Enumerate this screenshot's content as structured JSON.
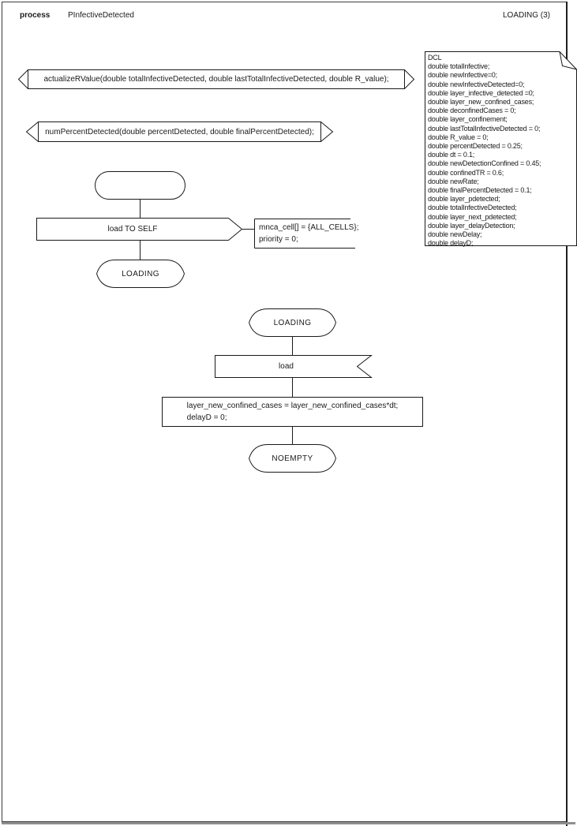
{
  "colors": {
    "line": "#1a1a1a",
    "shadow": "#8f8f8f",
    "background": "#ffffff"
  },
  "header": {
    "kind": "process",
    "name": "PInfectiveDetected",
    "page_indicator": "LOADING (3)"
  },
  "declarations": {
    "procedure_1": "actualizeRValue(double totalInfectiveDetected, double lastTotalInfectiveDetected, double R_value);",
    "procedure_2": "numPercentDetected(double percentDetected, double finalPercentDetected);",
    "dcl_note_lines": [
      "DCL",
      "double totalInfective;",
      "double newInfective=0;",
      "double newInfectiveDetected=0;",
      "double layer_infective_detected =0;",
      "double layer_new_confined_cases;",
      "double deconfinedCases = 0;",
      "double layer_confinement;",
      "double lastTotalInfectiveDetected = 0;",
      "double R_value = 0;",
      "double percentDetected = 0.25;",
      "double dt = 0.1;",
      "double newDetectionConfined = 0.45;",
      "double confinedTR = 0.6;",
      "double newRate;",
      "double finalPercentDetected = 0.1;",
      "double layer_pdetected;",
      "double totalInfectiveDetected;",
      "double layer_next_pdetected;",
      "double layer_delayDetection;",
      "double newDelay;",
      "double delayD;"
    ]
  },
  "flow_start": {
    "start_state_label": "",
    "output_label": "load TO SELF",
    "comment_lines": [
      "mnca_cell[] = {ALL_CELLS};",
      "priority = 0;"
    ],
    "next_state_label": "LOADING"
  },
  "flow_loading": {
    "state_label": "LOADING",
    "input_label": "load",
    "task_lines": [
      "layer_new_confined_cases = layer_new_confined_cases*dt;",
      "delayD = 0;"
    ],
    "next_state_label": "NOEMPTY"
  }
}
